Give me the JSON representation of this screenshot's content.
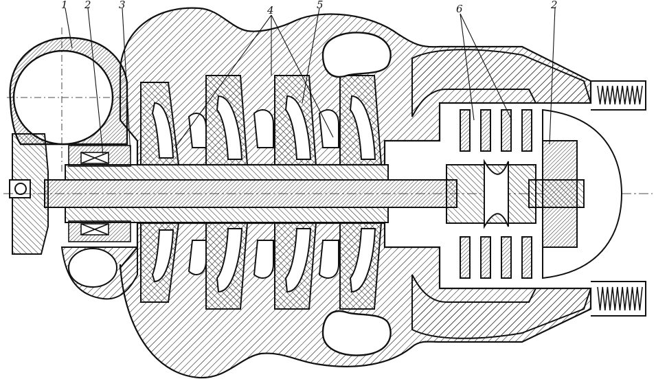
{
  "drawing": {
    "callouts": [
      {
        "id": "c1",
        "text": "1"
      },
      {
        "id": "c2a",
        "text": "2"
      },
      {
        "id": "c3",
        "text": "3"
      },
      {
        "id": "c4",
        "text": "4"
      },
      {
        "id": "c5",
        "text": "5"
      },
      {
        "id": "c6",
        "text": "6"
      },
      {
        "id": "c2b",
        "text": "2"
      }
    ]
  }
}
